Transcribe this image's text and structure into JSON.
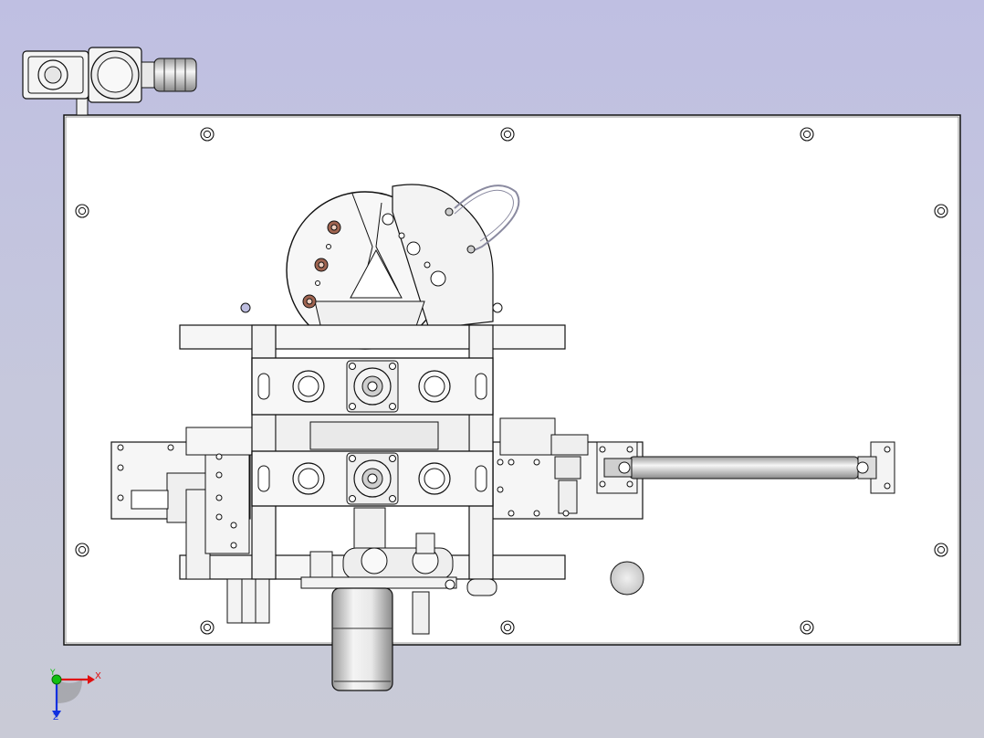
{
  "viewport": {
    "background_top": "#bfbfe2",
    "background_bottom": "#c9cad6",
    "line_color": "#111111",
    "plate_fill": "#ffffff",
    "part_fill": "#f4f4f4",
    "shade_fill": "#d9d9d9",
    "hole_fill": "#8f8f8f",
    "accent_bolt_fill": "#a06450",
    "bolt_fill": "#bdbde0"
  },
  "triad": {
    "x_label": "X",
    "y_label": "Y",
    "z_label": "Z",
    "x_color": "#e01010",
    "y_color": "#10c010",
    "z_color": "#1030e0"
  }
}
